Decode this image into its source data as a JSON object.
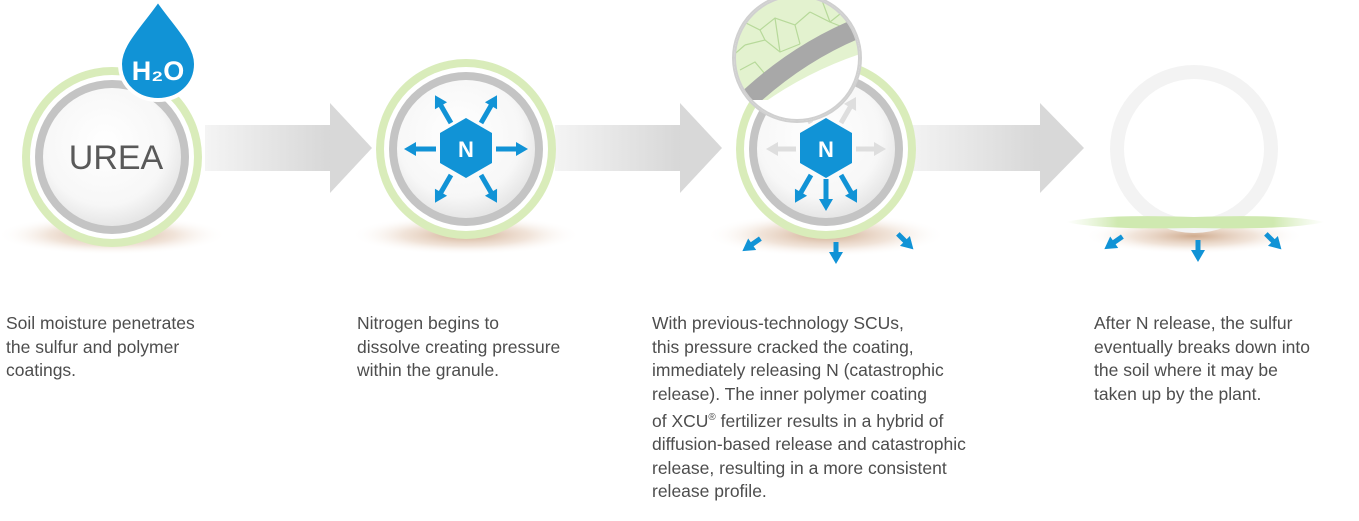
{
  "steps": [
    {
      "granule_label": "UREA",
      "drop_label": "H₂O",
      "caption": "Soil moisture penetrates\nthe sulfur and polymer\ncoatings."
    },
    {
      "hex_label": "N",
      "caption": "Nitrogen begins to\ndissolve creating pressure\nwithin the granule."
    },
    {
      "hex_label": "N",
      "caption_before_mark": "With previous-technology SCUs,\nthis pressure cracked the coating,\nimmediately releasing N (catastrophic\nrelease). The inner polymer coating\nof XCU",
      "caption_mark": "®",
      "caption_after_mark": " fertilizer results in a hybrid of\ndiffusion-based release and catastrophic\nrelease, resulting in a more consistent\nrelease profile."
    },
    {
      "caption": "After N release, the sulfur\neventually breaks down into\nthe soil where it may be\ntaken up by the plant."
    }
  ],
  "colors": {
    "blue": "#1193d6",
    "green_coating": "#d9ecba",
    "gray_ring": "#bdbdbd",
    "arrow_gray": "#d8d8d8",
    "text": "#4d4d4d"
  }
}
